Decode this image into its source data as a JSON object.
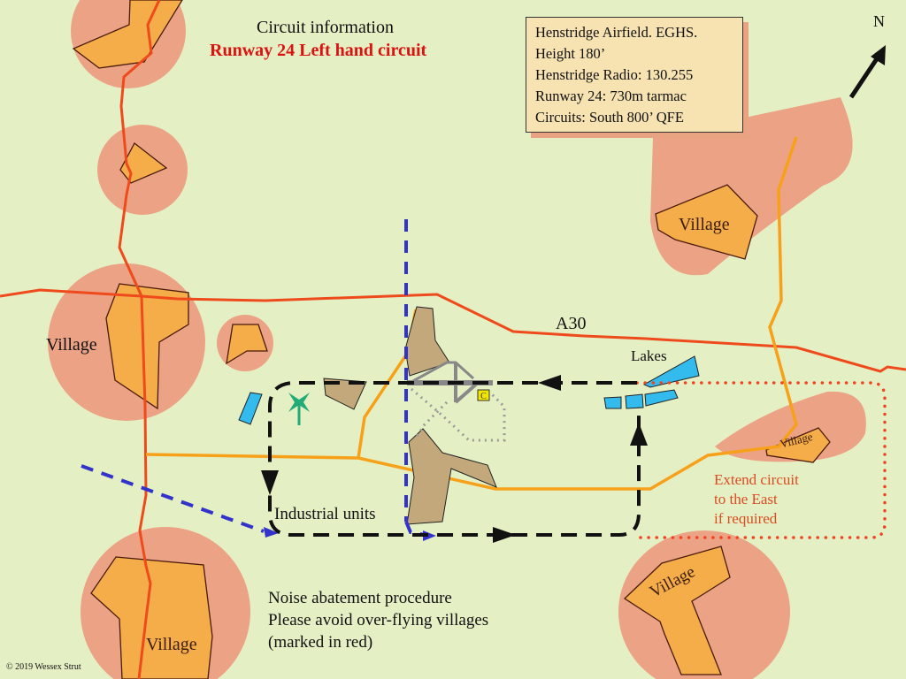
{
  "map": {
    "title": "Circuit information",
    "subtitle": "Runway 24  Left hand circuit",
    "info_box": {
      "lines": [
        "Henstridge Airfield.  EGHS.",
        "Height 180’",
        "Henstridge Radio:  130.255",
        "Runway 24: 730m tarmac",
        "Circuits: South  800’ QFE"
      ]
    },
    "north_label": "N",
    "road_label": "A30",
    "lakes_label": "Lakes",
    "industrial_label": "Industrial units",
    "extend_note": [
      "Extend circuit",
      "to the East",
      "if required"
    ],
    "noise_note": [
      "Noise abatement procedure",
      "Please avoid over-flying villages",
      "(marked in red)"
    ],
    "copyright": "©  2019  Wessex Strut",
    "villages": [
      {
        "label": "Village",
        "location": "north-east"
      },
      {
        "label": "Village",
        "location": "west"
      },
      {
        "label": "Village",
        "location": "east"
      },
      {
        "label": "Village",
        "location": "south-east"
      },
      {
        "label": "Village",
        "location": "south-west"
      }
    ],
    "clubhouse_marker": "C",
    "icons": {
      "north_arrow": "north-arrow-icon",
      "windsock": "windsock-icon",
      "circuit_arrow": "circuit-direction-arrow-icon"
    },
    "colors": {
      "background": "#e4f0c4",
      "village_zone": "#eca385",
      "village": "#f4ad48",
      "main_road": "#ee4a1c",
      "minor_road": "#f7a01a",
      "circuit": "#111111",
      "approach": "#3333cc",
      "lakes": "#33bbee",
      "buildings": "#c2a87a",
      "runway": "#888888",
      "extension": "#ee4422",
      "clubhouse": "#f0e600"
    }
  }
}
